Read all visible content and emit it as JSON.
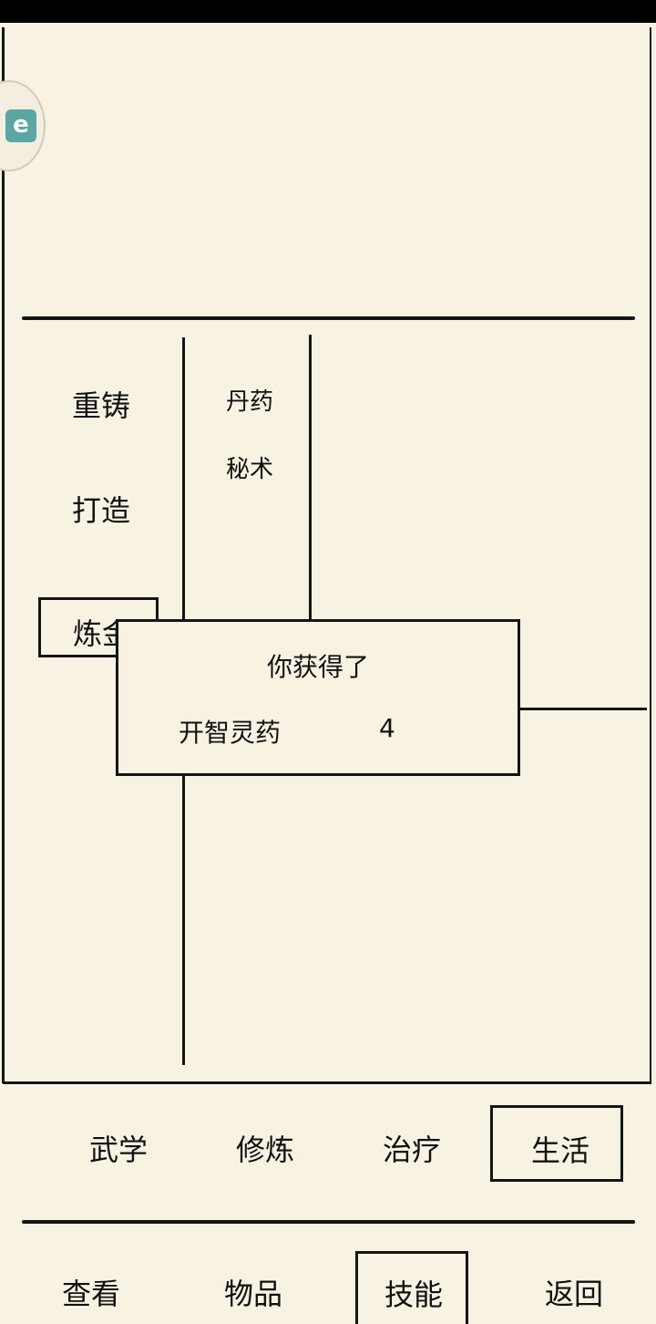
{
  "craft_categories": [
    "重铸",
    "打造"
  ],
  "craft_selected": "炼金",
  "craft_subcategories": [
    "丹药",
    "秘术"
  ],
  "dialog": {
    "title": "你获得了",
    "item_name": "开智灵药",
    "quantity": "4"
  },
  "skill_tabs": [
    "武学",
    "修炼",
    "治疗"
  ],
  "skill_tab_selected": "生活",
  "bottom_nav": {
    "view": "查看",
    "items": "物品",
    "skills": "技能",
    "back": "返回"
  },
  "floating_button": {
    "icon": "app-shortcut-icon",
    "glyph": "e"
  }
}
